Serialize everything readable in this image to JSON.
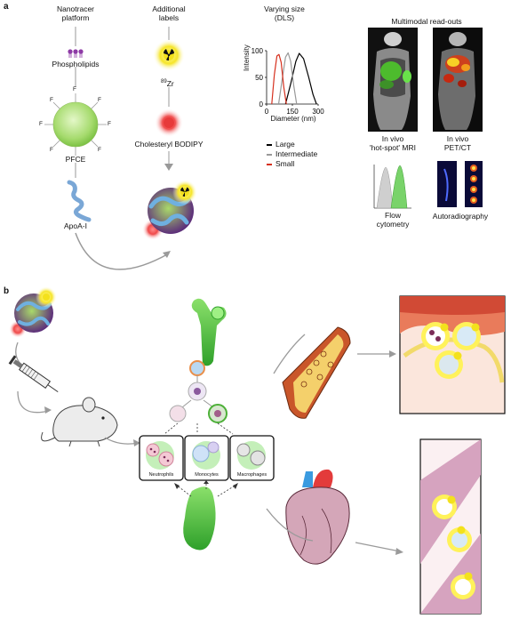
{
  "panels": {
    "a": "a",
    "b": "b"
  },
  "col1": {
    "title_line1": "Nanotracer",
    "title_line2": "platform",
    "phospholipids": "Phospholipids",
    "pfce": "PFCE",
    "apoa": "ApoA-I",
    "f_letter": "F"
  },
  "col2": {
    "title_line1": "Additional",
    "title_line2": "labels",
    "zr_sup": "89",
    "zr": "Zr",
    "bodipy": "Cholesteryl BODIPY"
  },
  "dls": {
    "title_line1": "Varying size",
    "title_line2": "(DLS)",
    "legend": [
      {
        "label": "Large",
        "color": "#000000"
      },
      {
        "label": "Intermediate",
        "color": "#999999"
      },
      {
        "label": "Small",
        "color": "#d6301e"
      }
    ]
  },
  "chart_data": {
    "type": "line",
    "xlabel": "Diameter (nm)",
    "ylabel": "Intensity",
    "xlim": [
      0,
      300
    ],
    "ylim": [
      0,
      100
    ],
    "xticks": [
      "0",
      "150",
      "300"
    ],
    "yticks": [
      "0",
      "50",
      "100"
    ],
    "series": [
      {
        "name": "Large",
        "color": "#000000",
        "x": [
          110,
          140,
          170,
          190,
          215,
          245,
          270,
          290
        ],
        "y": [
          0,
          38,
          80,
          95,
          85,
          50,
          18,
          0
        ]
      },
      {
        "name": "Intermediate",
        "color": "#999999",
        "x": [
          70,
          90,
          110,
          125,
          140,
          158,
          175
        ],
        "y": [
          0,
          45,
          88,
          96,
          80,
          35,
          0
        ]
      },
      {
        "name": "Small",
        "color": "#d6301e",
        "x": [
          30,
          45,
          60,
          72,
          85,
          100,
          115
        ],
        "y": [
          0,
          55,
          90,
          93,
          78,
          32,
          0
        ]
      }
    ]
  },
  "readouts": {
    "title": "Multimodal read-outs",
    "mri_line1": "In vivo",
    "mri_line2": "'hot-spot' MRI",
    "pet_line1": "In vivo",
    "pet_line2": "PET/CT",
    "flow_line1": "Flow",
    "flow_line2": "cytometry",
    "autorad": "Autoradiography"
  },
  "panel_b": {
    "neutrophils": "Neutrophils",
    "monocytes": "Monocytes",
    "macrophages": "Macrophages"
  }
}
